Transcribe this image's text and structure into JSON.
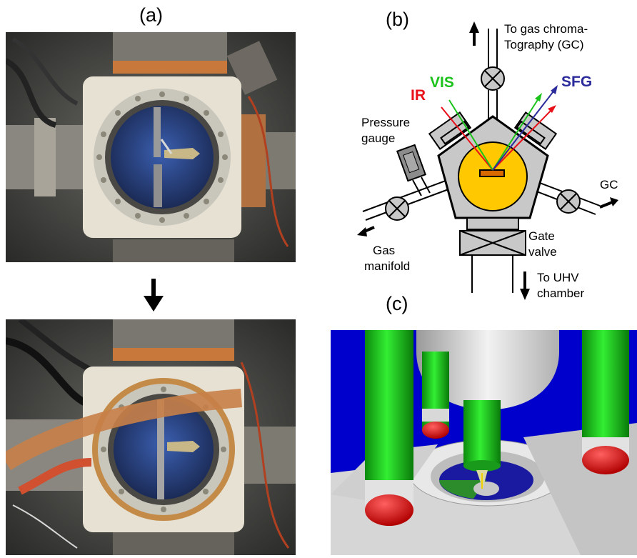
{
  "panel_a": {
    "label": "(a)",
    "photo_top": {
      "subject": "UHV cell photograph before modification"
    },
    "photo_bottom": {
      "subject": "UHV cell photograph after modification"
    },
    "arrow_icon": "arrow-down-icon"
  },
  "panel_b": {
    "label": "(b)",
    "beams": {
      "ir": {
        "text": "IR",
        "color": "#e8111a"
      },
      "vis": {
        "text": "VIS",
        "color": "#1ac21a"
      },
      "sfg": {
        "text": "SFG",
        "color": "#2b2b9c"
      }
    },
    "labels": {
      "gc_top_1": "To gas chroma-",
      "gc_top_2": "Tography (GC)",
      "pressure_1": "Pressure",
      "pressure_2": "gauge",
      "gc_right": "GC",
      "gas_1": "Gas",
      "gas_2": "manifold",
      "gate_1": "Gate",
      "gate_2": "valve",
      "uhv_1": "To UHV",
      "uhv_2": "chamber"
    },
    "colors": {
      "chamber": "#c8c8c8",
      "sample_area": "#ffc800",
      "sample": "#d96a00"
    }
  },
  "panel_c": {
    "label": "(c)",
    "colors": {
      "pillar": "#22e022",
      "tip": "#e01010",
      "stage": "#d8d8d8",
      "background": "#0000cc"
    }
  }
}
